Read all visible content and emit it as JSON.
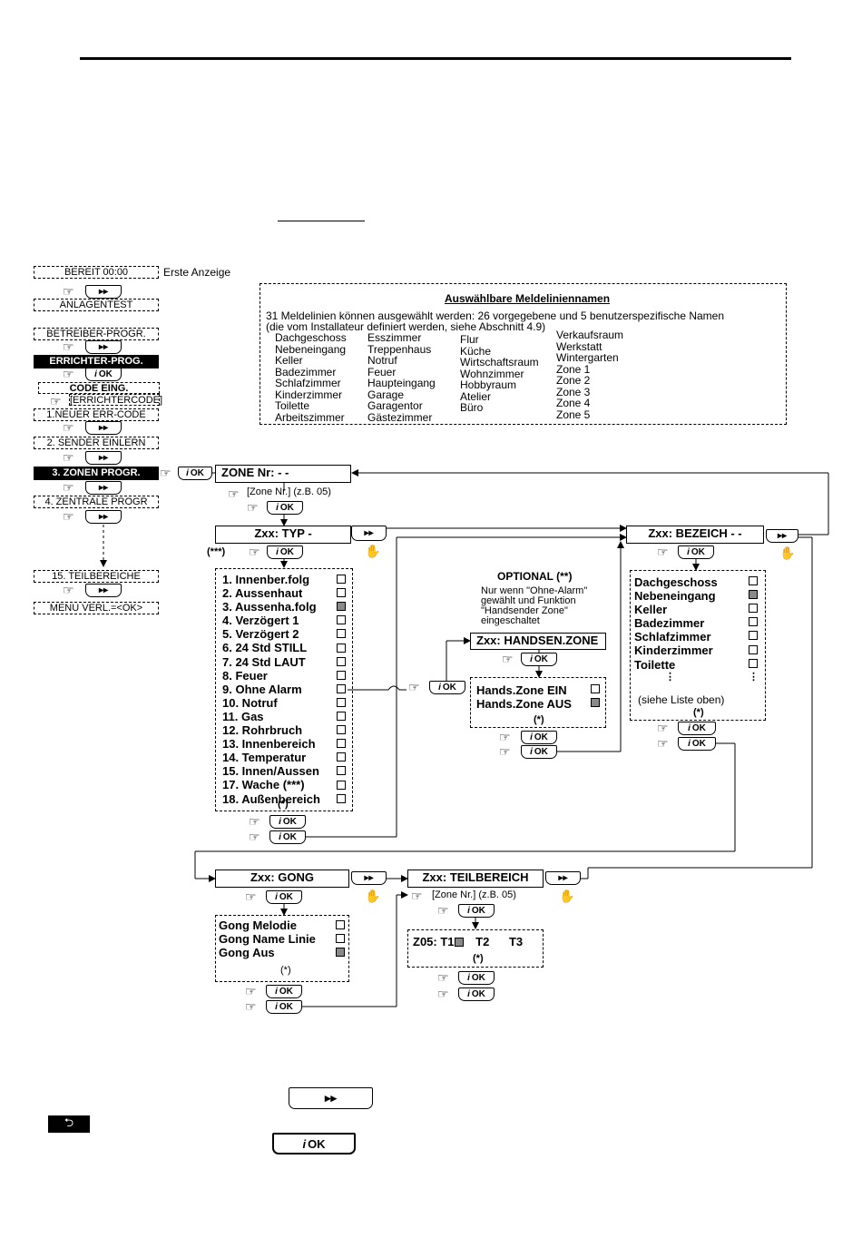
{
  "menu": {
    "items": [
      "BEREIT 00:00",
      "ANLAGENTEST",
      "BETREIBER-PROGR.",
      "ERRICHTER-PROG.",
      "CODE EING.",
      "[ERRICHTERCODE]",
      "1.NEUER ERR-CODE",
      "2. SENDER EINLERN",
      "3. ZONEN PROGR.",
      "4. ZENTRALE PROGR",
      "15. TEILBEREICHE",
      "MENU VERL.=<OK>"
    ],
    "first_display_label": "Erste Anzeige"
  },
  "names_box": {
    "title": "Auswählbare Meldeliniennamen",
    "line1": "31 Meldelinien können ausgewählt werden: 26 vorgegebene und 5 benutzerspezifische Namen",
    "line2": "(die vom Installateur definiert werden, siehe Abschnitt 4.9)",
    "col1": [
      "Dachgeschoss",
      "Nebeneingang",
      "Keller",
      "Badezimmer",
      "Schlafzimmer",
      "Kinderzimmer",
      "Toilette",
      "Arbeitszimmer"
    ],
    "col2": [
      "Esszimmer",
      "Treppenhaus",
      "Notruf",
      "Feuer",
      "Haupteingang",
      "Garage",
      "Garagentor",
      "Gästezimmer"
    ],
    "col3": [
      "Flur",
      "Küche",
      "Wirtschaftsraum",
      "Wohnzimmer",
      "Hobbyraum",
      "Atelier",
      "Büro"
    ],
    "col4": [
      "Verkaufsraum",
      "Werkstatt",
      "Wintergarten",
      "Zone 1",
      "Zone 2",
      "Zone 3",
      "Zone 4",
      "Zone 5"
    ]
  },
  "nodes": {
    "zone_nr": "ZONE Nr: - -",
    "zone_hint": "[Zone Nr.] (z.B. 05)",
    "typ": "Zxx: TYP -",
    "bezeich": "Zxx: BEZEICH - -",
    "handsen": "Zxx: HANDSEN.ZONE",
    "gong": "Zxx: GONG",
    "teilbereich": "Zxx: TEILBEREICH",
    "teil_hint": "[Zone Nr.] (z.B. 05)"
  },
  "typ_list": [
    "1. Innenber.folg",
    "2. Aussenhaut",
    "3. Aussenha.folg",
    "4. Verzögert 1",
    "5. Verzögert 2",
    "6. 24 Std STILL",
    "7. 24 Std LAUT",
    "8. Feuer",
    "9. Ohne Alarm",
    "10. Notruf",
    "11. Gas",
    "12. Rohrbruch",
    "13. Innenbereich",
    "14. Temperatur",
    "15. Innen/Aussen",
    "17. Wache (***)",
    "18. Außenbereich"
  ],
  "typ_selected_index": 2,
  "optional": {
    "title": "OPTIONAL (**)",
    "note": [
      "Nur wenn \"Ohne-Alarm\"",
      "gewählt und Funktion",
      "\"Handsender Zone\"",
      "eingeschaltet"
    ]
  },
  "hands_list": [
    "Hands.Zone EIN",
    "Hands.Zone AUS"
  ],
  "hands_selected_index": 1,
  "bezeich_list": [
    "Dachgeschoss",
    "Nebeneingang",
    "Keller",
    "Badezimmer",
    "Schlafzimmer",
    "Kinderzimmer",
    "Toilette"
  ],
  "bezeich_selected_index": 1,
  "bezeich_more": "(siehe Liste oben)",
  "gong_list": [
    "Gong Melodie",
    "Gong Name Linie",
    "Gong Aus"
  ],
  "gong_selected_index": 2,
  "teil_row": {
    "zone": "Z05:",
    "t1": "T1",
    "t2": "T2",
    "t3": "T3"
  },
  "marks": {
    "one": "(*)",
    "three": "(***)"
  },
  "keys": {
    "next": "▸▸",
    "ok_i": "i",
    "ok_text": "OK"
  },
  "icons": {
    "pointer": "pointing-hand-icon",
    "raised": "raised-hand-icon",
    "back": "back-arrow-icon"
  },
  "colors": {
    "selected_checkbox": "#8a8a8a",
    "ink": "#000000"
  }
}
